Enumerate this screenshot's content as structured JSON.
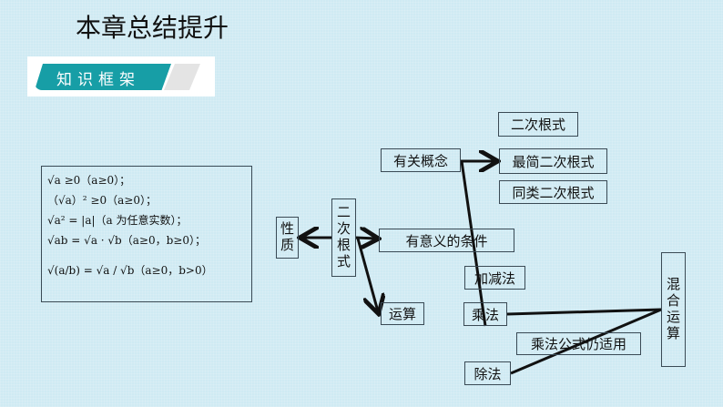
{
  "title": "本章总结提升",
  "section_label": "知识框架",
  "formulas": [
    "√a ≥0（a≥0）；",
    "（√a）² ≥0（a≥0）；",
    "√a² = |a|（a 为任意实数）；",
    "√ab = √a · √b（a≥0，b≥0）；",
    "√(a/b) = √a / √b（a≥0，b>0）"
  ],
  "nodes": {
    "root": "二次根式",
    "property": "性质",
    "concepts": "有关概念",
    "concept_items": [
      "二次根式",
      "最简二次根式",
      "同类二次根式"
    ],
    "condition": "有意义的条件",
    "operations": "运算",
    "add_sub": "加减法",
    "multiply": "乘法",
    "formula_apply": "乘法公式仍适用",
    "divide": "除法",
    "mixed": "混合运算"
  }
}
